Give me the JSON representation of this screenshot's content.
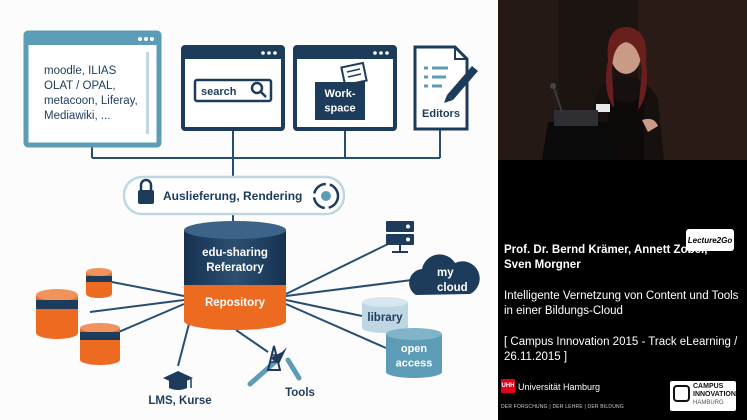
{
  "slide": {
    "lms_list": "moodle, ILIAS\nOLAT / OPAL,\nmetacoon, Liferay,\nMediawiki, ...",
    "search_label": "search",
    "workspace_label": "Work-\nspace",
    "editors_label": "Editors",
    "delivery_label": "Auslieferung, Rendering",
    "referatory_label": "edu-sharing\nReferatory",
    "repository_label": "Repository",
    "mycloud_label": "my\ncloud",
    "library_label": "library",
    "openaccess_label": "open\naccess",
    "lms_courses_label": "LMS, Kurse",
    "tools_label": "Tools",
    "colors": {
      "navy": "#1d3c5c",
      "frame": "#274e70",
      "orange": "#ec6b21",
      "teal": "#5c9cb6",
      "lightblue": "#bfd6e3"
    }
  },
  "sidebar": {
    "talk_title": "Prof. Dr. Bernd Krämer, Annett Zobel, Sven Morgner",
    "talk_subtitle": "Intelligente Vernetzung von Content und Tools in einer Bildungs-Cloud",
    "event": "[ Campus Innovation 2015 - Track eLearning / 26.11.2015 ]",
    "lecture2go_logo": "Lecture2Go",
    "uhh_mark": "UHH",
    "uhh_name": "Universität Hamburg",
    "uhh_tagline": "DER FORSCHUNG | DER LEHRE | DER BILDUNG",
    "cih_name": "CAMPUS\nINNOVATION",
    "cih_city": "HAMBURG"
  }
}
